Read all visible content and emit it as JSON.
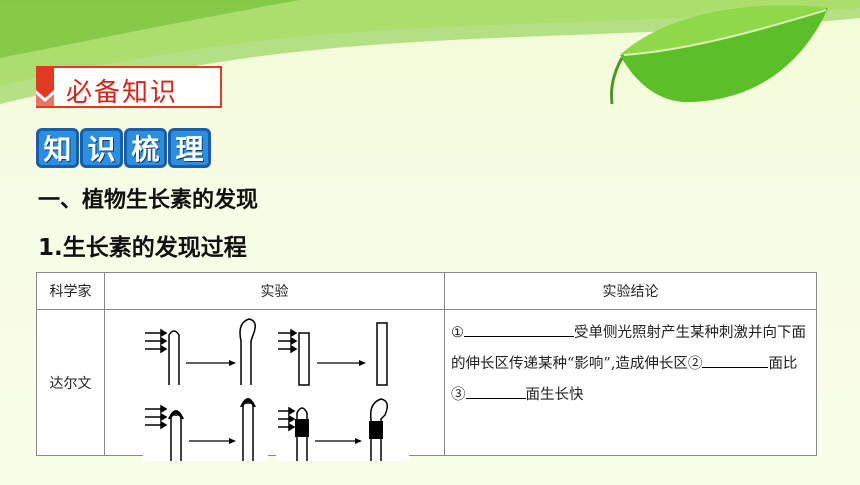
{
  "section_tag": "必备知识",
  "badge": [
    "知",
    "识",
    "梳",
    "理"
  ],
  "heading1": "一、植物生长素的发现",
  "heading2": "1.生长素的发现过程",
  "table": {
    "headers": [
      "科学家",
      "实验",
      "实验结论"
    ],
    "scientist": "达尔文",
    "conclusion": {
      "m1": "①",
      "t1": "受单侧光照射产生某种刺激并向下面的伸长区传递某种“影响”,造成伸长区②",
      "t2": "面比③",
      "t3": "面生长快"
    }
  },
  "colors": {
    "accent_red": "#e23a22",
    "badge_blue": "#2c8ee0",
    "leaf_green": "#5cbf2a"
  }
}
